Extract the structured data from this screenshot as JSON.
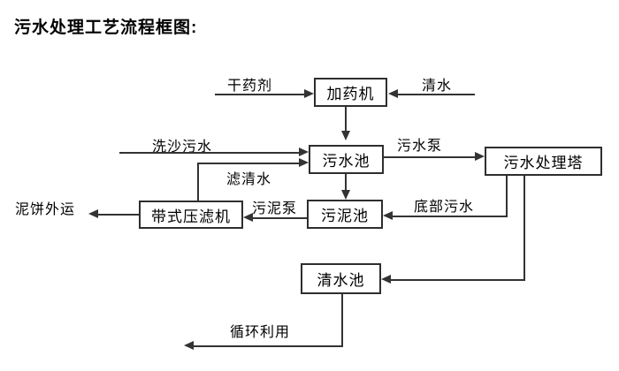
{
  "title": "污水处理工艺流程框图:",
  "nodes": {
    "dosing_machine": "加药机",
    "sewage_pool": "污水池",
    "treatment_tower": "污水处理塔",
    "belt_filter_press": "带式压滤机",
    "sludge_pool": "污泥池",
    "clean_water_pool": "清水池"
  },
  "flow_labels": {
    "dry_agent": "干药剂",
    "clean_water": "清水",
    "sand_washing_sewage": "洗沙污水",
    "sewage_pump": "污水泵",
    "filtered_water": "滤清水",
    "sludge_pump": "污泥泵",
    "bottom_sewage": "底部污水",
    "mud_cake_outbound": "泥饼外运",
    "recycled_use": "循环利用"
  },
  "colors": {
    "line": "#333333",
    "text": "#000000",
    "background": "#ffffff"
  }
}
